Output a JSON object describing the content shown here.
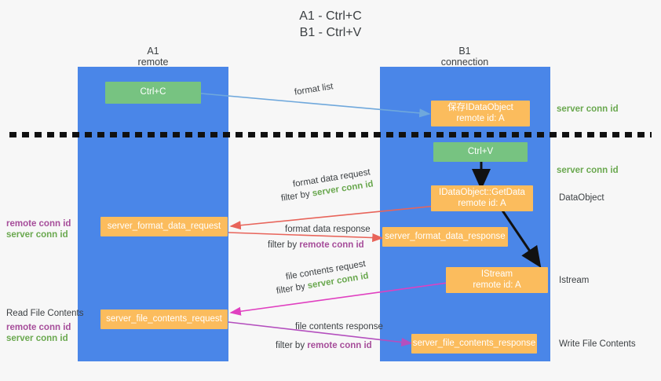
{
  "title": {
    "line1": "A1 - Ctrl+C",
    "line2": "B1 - Ctrl+V"
  },
  "lanes": [
    {
      "name": "A1",
      "sub": "remote",
      "header": "A1\nremote"
    },
    {
      "name": "B1",
      "sub": "connection",
      "header": "B1\nconnection"
    }
  ],
  "nodes": {
    "ctrl_c": {
      "label": "Ctrl+C",
      "color": "#77c381"
    },
    "save_idataobject": {
      "label": "保存IDataObject",
      "sub": "remote id: A",
      "color": "#fbbc5d"
    },
    "ctrl_v": {
      "label": "Ctrl+V",
      "color": "#77c381"
    },
    "getdata": {
      "label": "IDataObject::GetData",
      "sub": "remote id: A",
      "color": "#fbbc5d"
    },
    "server_format_data_request": {
      "label": "server_format_data_request",
      "color": "#fbbc5d"
    },
    "server_format_data_response": {
      "label": "server_format_data_response",
      "color": "#fbbc5d"
    },
    "istream": {
      "label": "IStream",
      "sub": "remote id: A",
      "color": "#fbbc5d"
    },
    "server_file_contents_request": {
      "label": "server_file_contents_request",
      "color": "#fbbc5d"
    },
    "server_file_contents_response": {
      "label": "server_file_contents_response",
      "color": "#fbbc5d"
    }
  },
  "arrow_labels": {
    "format_list": "format list",
    "format_data_request": "format data request",
    "format_data_request_filter_prefix": "filter by ",
    "format_data_request_filter_value": "server conn id",
    "format_data_response": "format data response",
    "format_data_response_filter_prefix": "filter by ",
    "format_data_response_filter_value": "remote conn id",
    "file_contents_request": "file contents request",
    "file_contents_request_filter_prefix": "filter by ",
    "file_contents_request_filter_value": "server conn id",
    "file_contents_response": "file contents response",
    "file_contents_response_filter_prefix": "filter by ",
    "file_contents_response_filter_value": "remote conn id"
  },
  "right_labels": {
    "server_conn_id_top": "server conn id",
    "server_conn_id_mid": "server conn id",
    "dataobject": "DataObject",
    "istream": "Istream",
    "write_file_contents": "Write File Contents"
  },
  "left_labels": {
    "read_file_contents": "Read File Contents",
    "remote_conn_id_1": "remote conn id",
    "server_conn_id_1": "server conn id",
    "remote_conn_id_2": "remote conn id",
    "server_conn_id_2": "server conn id"
  },
  "colors": {
    "lane": "#4a86e8",
    "green_node": "#77c381",
    "orange_node": "#fbbc5d",
    "green_text": "#6aa84f",
    "purple_text": "#a64d9a",
    "light_blue_arrow": "#6fa8dc",
    "red_arrow": "#e8645a",
    "magenta_arrow": "#e040c0",
    "purple_arrow": "#a64d9a",
    "black_arrow": "#111111",
    "background": "#f7f7f7"
  }
}
